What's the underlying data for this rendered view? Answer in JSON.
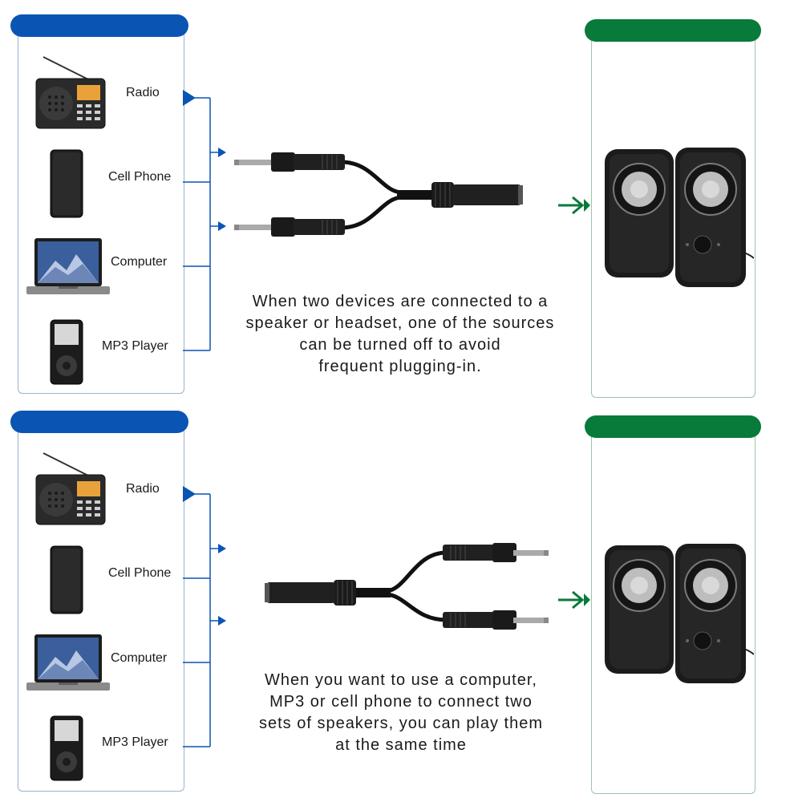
{
  "colors": {
    "source_accent": "#0a55b4",
    "speaker_accent": "#087a3a",
    "connector_line": "#0a55b4"
  },
  "panels": [
    {
      "devices": [
        {
          "label": "Radio",
          "icon": "radio-icon"
        },
        {
          "label": "Cell Phone",
          "icon": "cell-phone-icon"
        },
        {
          "label": "Computer",
          "icon": "laptop-icon"
        },
        {
          "label": "MP3 Player",
          "icon": "mp3-player-icon"
        }
      ],
      "cable": "y-splitter-two-plugs-to-socket-icon",
      "caption_lines": [
        "When two devices are connected to a",
        "speaker or headset, one of the sources",
        "can be turned off to avoid",
        "frequent plugging-in."
      ],
      "output": "speakers-icon"
    },
    {
      "devices": [
        {
          "label": "Radio",
          "icon": "radio-icon"
        },
        {
          "label": "Cell Phone",
          "icon": "cell-phone-icon"
        },
        {
          "label": "Computer",
          "icon": "laptop-icon"
        },
        {
          "label": "MP3 Player",
          "icon": "mp3-player-icon"
        }
      ],
      "cable": "y-splitter-socket-to-two-plugs-icon",
      "caption_lines": [
        "When you want to use a computer,",
        "MP3 or cell phone to connect two",
        "sets of speakers, you can play them",
        "at the same time"
      ],
      "output": "speakers-icon"
    }
  ]
}
